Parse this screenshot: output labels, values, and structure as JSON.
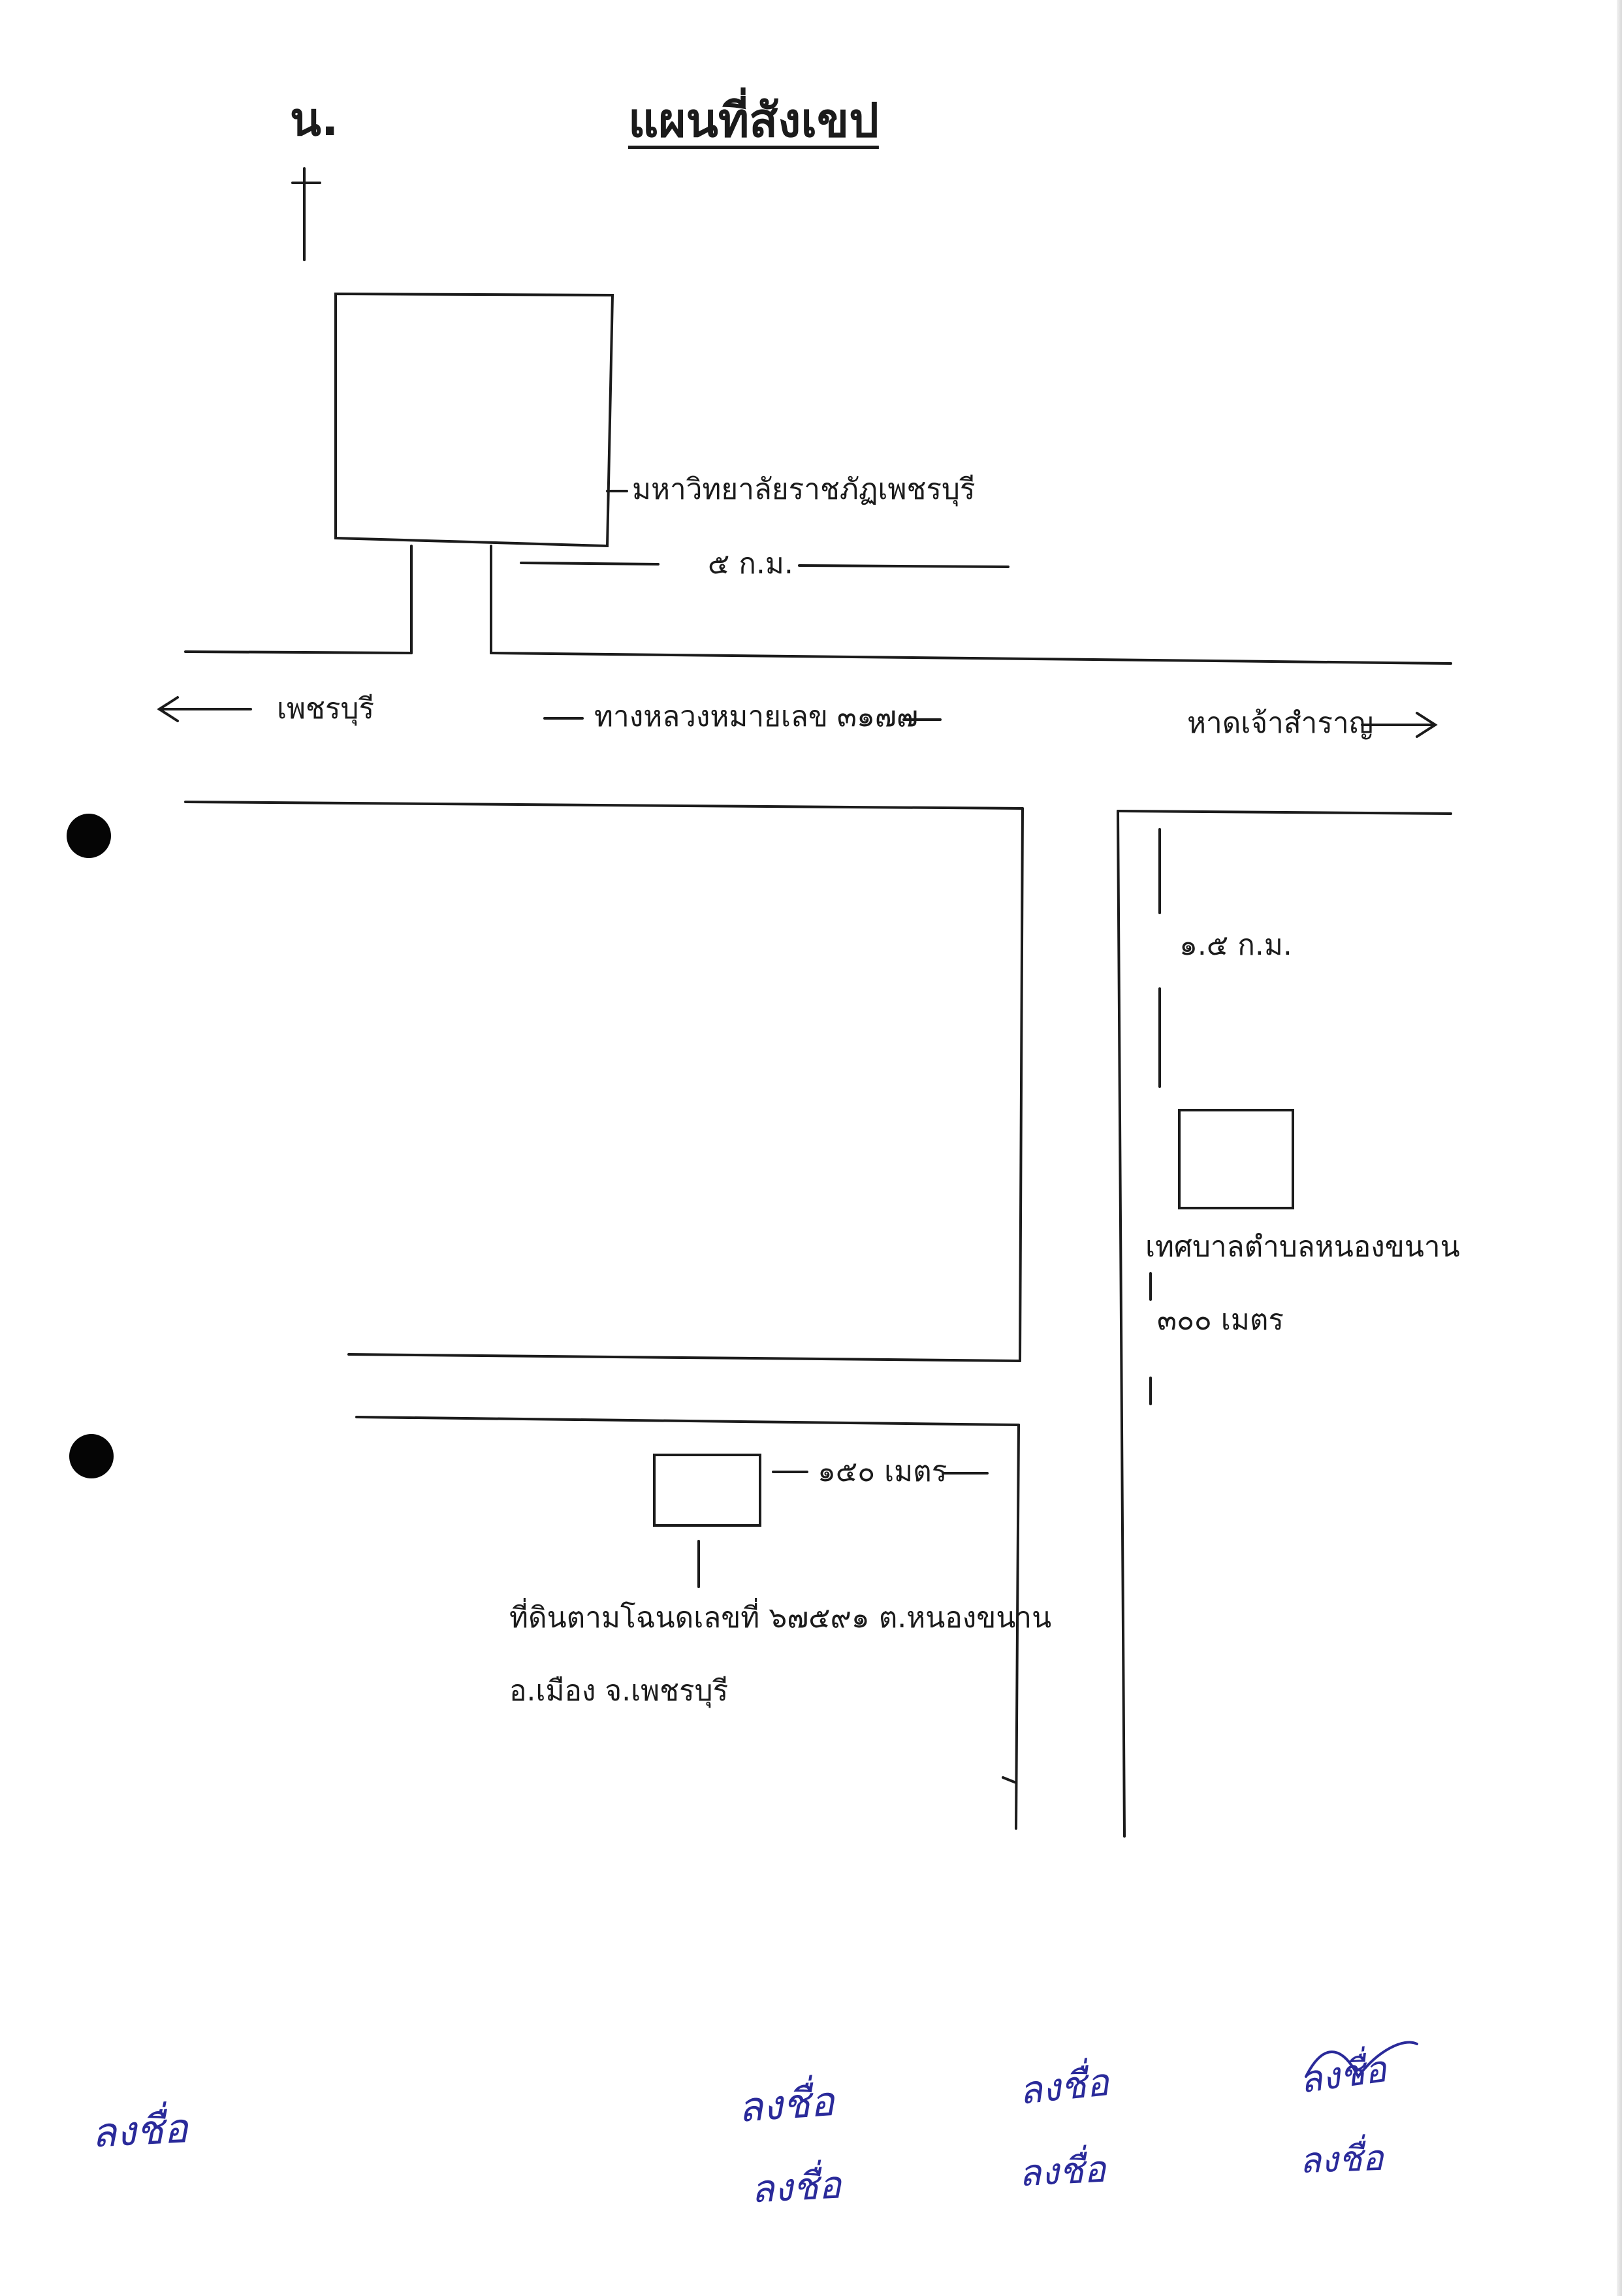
{
  "map": {
    "title": "แผนที่สังเขป",
    "north_label": "น.",
    "labels": {
      "university": "มหาวิทยาลัยราชภัฏเพชรบุรี",
      "distance_5km": "๕ ก.ม.",
      "to_phetchaburi": "เพชรบุรี",
      "highway": "ทางหลวงหมายเลข ๓๑๗๗",
      "to_beach": "หาดเจ้าสำราญ",
      "distance_1_5km": "๑.๕ ก.ม.",
      "municipality": "เทศบาลตำบลหนองขนาน",
      "distance_300m": "๓๐๐ เมตร",
      "distance_150m": "๑๕๐ เมตร",
      "parcel_line1": "ที่ดินตามโฉนดเลขที่ ๖๗๕๙๑ ต.หนองขนาน",
      "parcel_line2": "อ.เมือง จ.เพชรบุรี"
    },
    "colors": {
      "ink": "#1b1b1b",
      "pen_blue": "#2a2a9a",
      "paper": "#ffffff"
    }
  },
  "signatures": {
    "left": "ลงชื่อ",
    "middle_1": "ลงชื่อ",
    "middle_2": "ลงชื่อ",
    "middle_3": "ลงชื่อ",
    "middle_4": "ลงชื่อ",
    "right_1": "ลงชื่อ",
    "right_2": "ลงชื่อ"
  }
}
